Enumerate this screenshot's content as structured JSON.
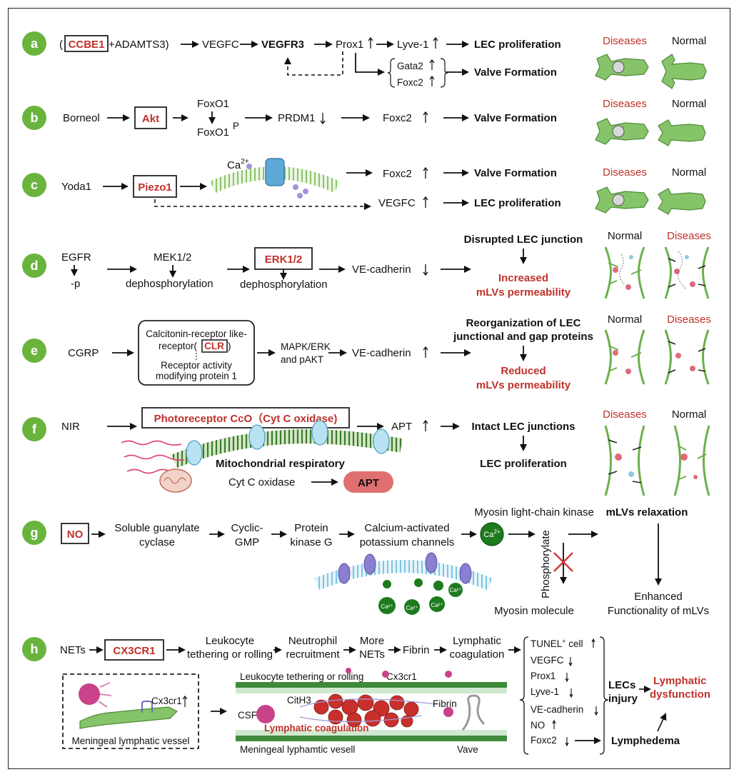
{
  "panels": {
    "a": {
      "label": "a",
      "ccbe1": "CCBE1",
      "adamts": "+ADAMTS3)",
      "open_paren": "(",
      "vegfc": "VEGFC",
      "vegfr3": "VEGFR3",
      "prox1": "Prox1",
      "lyve1": "Lyve-1",
      "outcome1": "LEC proliferation",
      "gata2": "Gata2",
      "foxc2": "Foxc2",
      "outcome2": "Valve Formation",
      "diseases": "Diseases",
      "normal": "Normal"
    },
    "b": {
      "label": "b",
      "borneol": "Borneol",
      "akt": "Akt",
      "foxo1": "FoxO1",
      "foxo1p": "FoxO1",
      "p": "P",
      "prdm1": "PRDM1",
      "foxc2": "Foxc2",
      "outcome": "Valve Formation",
      "diseases": "Diseases",
      "normal": "Normal"
    },
    "c": {
      "label": "c",
      "yoda1": "Yoda1",
      "piezo1": "Piezo1",
      "ca": "Ca",
      "ca_sup": "2+",
      "foxc2": "Foxc2",
      "vegfc": "VEGFC",
      "outcome1": "Valve Formation",
      "outcome2": "LEC proliferation",
      "diseases": "Diseases",
      "normal": "Normal"
    },
    "d": {
      "label": "d",
      "egfr": "EGFR",
      "egfr_p": "-p",
      "mek": "MEK1/2",
      "mek_dephos": "dephosphorylation",
      "erk": "ERK1/2",
      "erk_dephos": "dephosphorylation",
      "vecad": "VE-cadherin",
      "junction": "Disrupted LEC junction",
      "perm1": "Increased",
      "perm2": "mLVs permeability",
      "normal": "Normal",
      "diseases": "Diseases"
    },
    "e": {
      "label": "e",
      "cgrp": "CGRP",
      "clr_line1": "Calcitonin-receptor like-",
      "clr_line2a": "receptor(",
      "clr": "CLR",
      "clr_line2b": ")",
      "ramp1": "Receptor activity",
      "ramp2": "modifying protein 1",
      "mapk1": "MAPK/ERK",
      "mapk2": "and pAKT",
      "vecad": "VE-cadherin",
      "reorg1": "Reorganization of LEC",
      "reorg2": "junctional and gap proteins",
      "perm1": "Reduced",
      "perm2": "mLVs permeability",
      "normal": "Normal",
      "diseases": "Diseases"
    },
    "f": {
      "label": "f",
      "nir": "NIR",
      "photoreceptor": "Photoreceptor CcO（Cyt C oxidase)",
      "apt": "APT",
      "mito": "Mitochondrial respiratory",
      "cytc": "Cyt C oxidase",
      "apt_pill": "APT",
      "intact": "Intact LEC junctions",
      "prolif": "LEC proliferation",
      "diseases": "Diseases",
      "normal": "Normal"
    },
    "g": {
      "label": "g",
      "no": "NO",
      "sgc1": "Soluble guanylate",
      "sgc2": "cyclase",
      "cgmp1": "Cyclic-",
      "cgmp2": "GMP",
      "pkg1": "Protein",
      "pkg2": "kinase G",
      "kch1": "Calcium-activated",
      "kch2": "potassium channels",
      "ca": "Ca",
      "ca_sup": "2+",
      "mlck": "Myosin light-chain kinase",
      "phos": "Phosphorylate",
      "myosin": "Myosin molecule",
      "relax": "mLVs relaxation",
      "enh1": "Enhanced",
      "enh2": "Functionality of mLVs",
      "ion": "Ca²⁺"
    },
    "h": {
      "label": "h",
      "nets": "NETs",
      "cx3cr1": "CX3CR1",
      "leuk1": "Leukocyte",
      "leuk2": "tethering or rolling",
      "neut1": "Neutrophil",
      "neut2": "recruitment",
      "more1": "More",
      "more2": "NETs",
      "fibrin": "Fibrin",
      "lymph1": "Lymphatic",
      "lymph2": "coagulation",
      "tunel": "TUNEL",
      "tunel_sup": "+",
      "tunel_rest": " cell",
      "vegfc": "VEGFC",
      "prox1": "Prox1",
      "lyve1": "Lyve-1",
      "vecad": "VE-cadherin",
      "no": "NO",
      "foxc2": "Foxc2",
      "lecs1": "LECs",
      "lecs2": "injury",
      "dys1": "Lymphatic",
      "dys2": "dysfunction",
      "lymphedema": "Lymphedema",
      "inset_cx3cr1": "Cx3cr1",
      "inset_label": "Meningeal lymphatic vessel",
      "vessel_top": "Leukocyte tethering or rolling",
      "vessel_cx": "Cx3cr1",
      "csf": "CSF",
      "cith3": "CitH3",
      "fibrin_lab": "Fibrin",
      "vessel_coag": "Lymphatic  coagulation",
      "vessel_bottom": "Meningeal lyphamtic vesell",
      "vave": "Vave"
    }
  },
  "colors": {
    "label_circle": "#6ab43e",
    "accent_red": "#c0312b",
    "vessel_green": "#7fbf5a",
    "membrane_blue": "#8fd0e8",
    "apt_pill": "#e07070",
    "calcium_green": "#1e7a1e"
  }
}
